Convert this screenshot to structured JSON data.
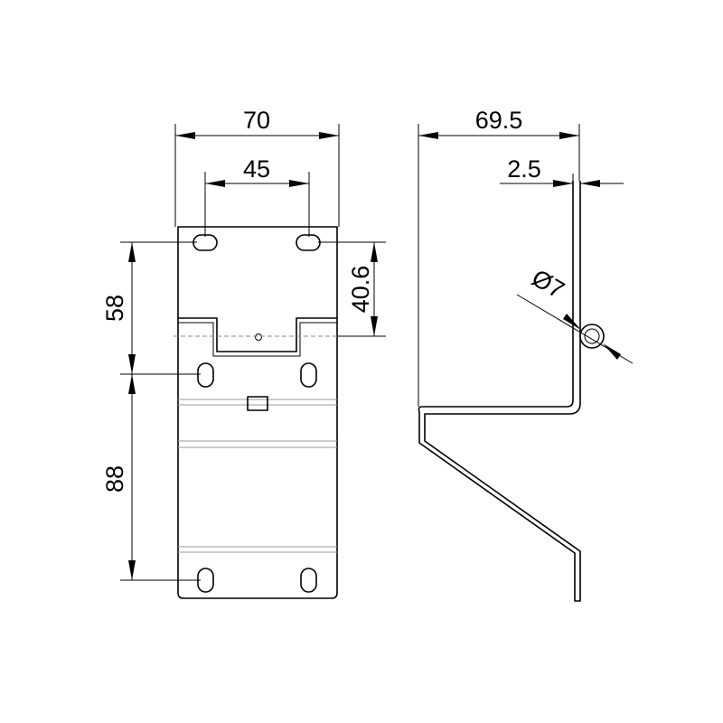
{
  "front_view": {
    "width_overall": "70",
    "hole_spacing": "45",
    "height_upper": "58",
    "height_lower": "88",
    "notch_height": "40.6"
  },
  "side_view": {
    "depth_overall": "69.5",
    "thickness": "2.5",
    "hole_diameter": "Ø7"
  }
}
